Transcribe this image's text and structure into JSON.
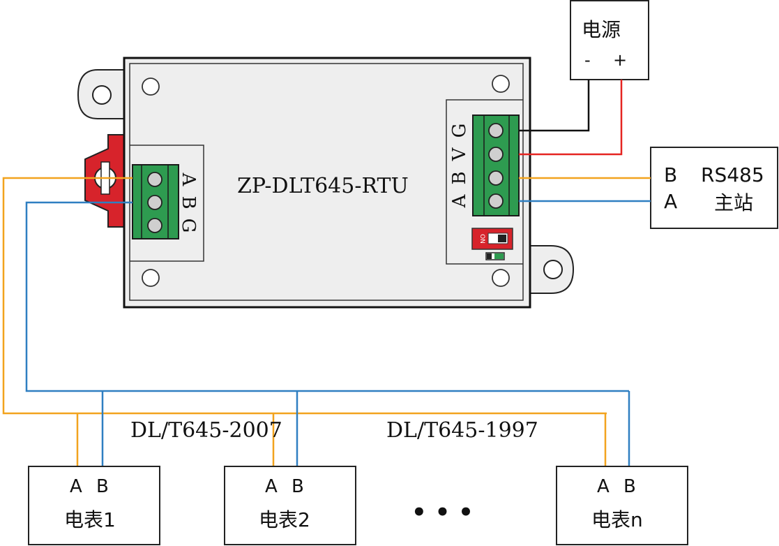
{
  "module": {
    "model": "ZP-DLT645-RTU",
    "left_terminal_labels": [
      "A",
      "B",
      "G"
    ],
    "right_terminal_labels": [
      "G",
      "V",
      "B",
      "A"
    ],
    "dip_switch_label": "ON"
  },
  "power_supply": {
    "title": "电源",
    "minus": "-",
    "plus": "+"
  },
  "master": {
    "b_label": "B",
    "a_label": "A",
    "title_line1": "RS485",
    "title_line2": "主站"
  },
  "protocols": [
    "DL/T645-2007",
    "DL/T645-1997"
  ],
  "meters": [
    {
      "a": "A",
      "b": "B",
      "name": "电表1"
    },
    {
      "a": "A",
      "b": "B",
      "name": "电表2"
    },
    {
      "a": "A",
      "b": "B",
      "name": "电表n"
    }
  ],
  "ellipsis": "• • •",
  "colors": {
    "wire_a_orange": "#f2a31e",
    "wire_b_blue": "#2f7fc1",
    "power_red": "#e52421",
    "power_black": "#111111",
    "terminal_green": "#2e9b50",
    "mount_red": "#d7232b",
    "module_body": "#eeeeee"
  }
}
